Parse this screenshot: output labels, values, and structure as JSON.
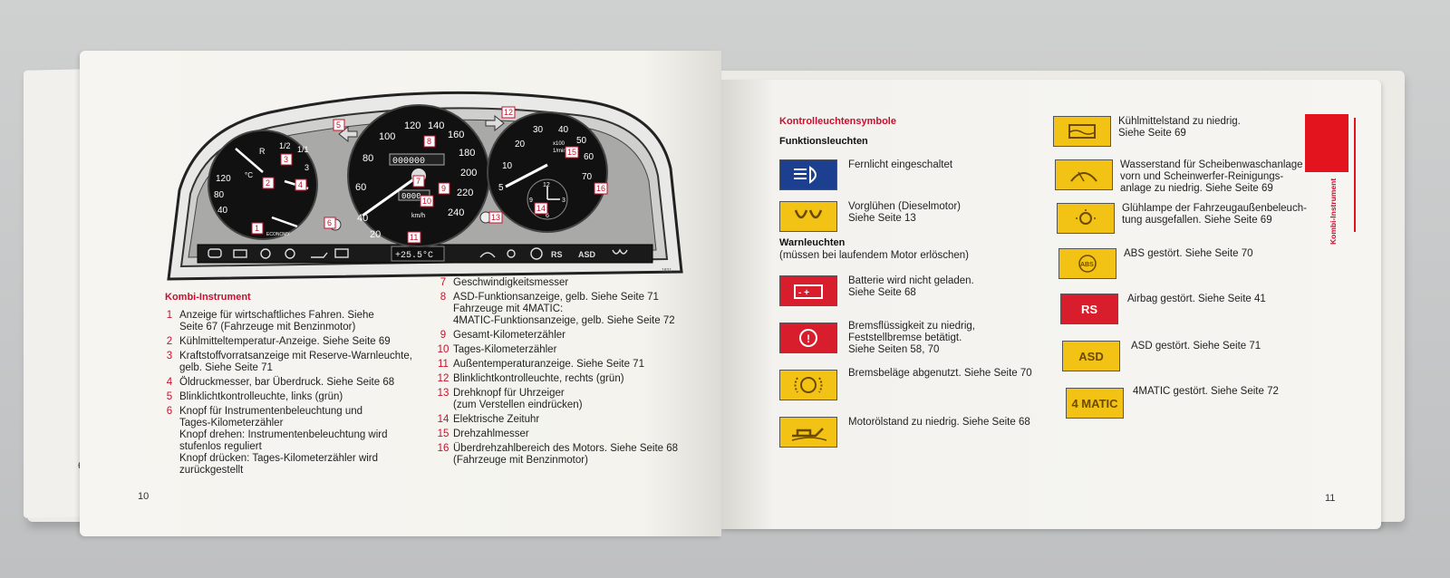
{
  "left_page": {
    "page_number": "10",
    "under_page_number": "6",
    "section_title": "Kombi-Instrument",
    "figure_id": "1831",
    "dashboard": {
      "temp_gauge": [
        "120",
        "°C",
        "80",
        "40"
      ],
      "fuel_gauge": [
        "1/2",
        "1/1",
        "R",
        "3"
      ],
      "speedo": [
        "40",
        "60",
        "80",
        "100",
        "120",
        "140",
        "160",
        "180",
        "200",
        "220",
        "240",
        "20",
        "km/h"
      ],
      "odometer": "000000",
      "trip": "0000",
      "tacho": [
        "5",
        "10",
        "20",
        "30",
        "40",
        "50",
        "60",
        "70",
        "x100",
        "1/min"
      ],
      "clock": [
        "12",
        "3",
        "6",
        "9"
      ],
      "economy_label": "ECONOMY",
      "outside_temp": "+25.5°C",
      "indicator_labels": [
        "RS",
        "ASD"
      ],
      "callouts": [
        "1",
        "2",
        "3",
        "4",
        "5",
        "6",
        "7",
        "8",
        "9",
        "10",
        "11",
        "12",
        "13",
        "14",
        "15",
        "16"
      ]
    },
    "legend_col1": [
      {
        "n": "1",
        "t": "Anzeige für wirtschaftliches Fahren. Siehe\nSeite 67 (Fahrzeuge mit Benzinmotor)"
      },
      {
        "n": "2",
        "t": "Kühlmitteltemperatur-Anzeige. Siehe Seite 69"
      },
      {
        "n": "3",
        "t": "Kraftstoffvorratsanzeige mit Reserve-Warnleuchte,\ngelb. Siehe Seite 71"
      },
      {
        "n": "4",
        "t": "Öldruckmesser, bar Überdruck. Siehe Seite 68"
      },
      {
        "n": "5",
        "t": "Blinklichtkontrolleuchte, links (grün)"
      },
      {
        "n": "6",
        "t": "Knopf für Instrumentenbeleuchtung und\nTages-Kilometerzähler\nKnopf drehen: Instrumentenbeleuchtung wird\nstufenlos reguliert\nKnopf drücken: Tages-Kilometerzähler wird\nzurückgestellt"
      }
    ],
    "legend_col2": [
      {
        "n": "7",
        "t": "Geschwindigkeitsmesser"
      },
      {
        "n": "8",
        "t": "ASD-Funktionsanzeige, gelb. Siehe Seite 71\nFahrzeuge mit 4MATIC:\n4MATIC-Funktionsanzeige, gelb. Siehe Seite 72"
      },
      {
        "n": "9",
        "t": "Gesamt-Kilometerzähler"
      },
      {
        "n": "10",
        "t": "Tages-Kilometerzähler"
      },
      {
        "n": "11",
        "t": "Außentemperaturanzeige. Siehe Seite 71"
      },
      {
        "n": "12",
        "t": "Blinklichtkontrolleuchte, rechts (grün)"
      },
      {
        "n": "13",
        "t": "Drehknopf für Uhrzeiger\n(zum Verstellen eindrücken)"
      },
      {
        "n": "14",
        "t": "Elektrische Zeituhr"
      },
      {
        "n": "15",
        "t": "Drehzahlmesser"
      },
      {
        "n": "16",
        "t": "Überdrehzahlbereich des Motors. Siehe Seite 68\n(Fahrzeuge mit Benzinmotor)"
      }
    ]
  },
  "right_page": {
    "page_number": "11",
    "section_title": "Kontrolleuchtensymbole",
    "functions_header": "Funktionsleuchten",
    "warnings_header": "Warnleuchten",
    "warnings_subheader": "(müssen bei laufendem Motor erlöschen)",
    "tab_label": "Kombi-Instrument",
    "symbols_left": [
      {
        "icon": "high-beam-icon",
        "color": "#1c3f8f",
        "label": "",
        "text": "Fernlicht eingeschaltet"
      },
      {
        "icon": "glow-plug-icon",
        "color": "#f2c314",
        "label": "",
        "text": "Vorglühen (Dieselmotor)\nSiehe Seite 13"
      },
      {
        "icon": "battery-icon",
        "color": "#d81e2c",
        "label": "",
        "text": "Batterie wird nicht geladen.\nSiehe Seite 68"
      },
      {
        "icon": "brake-warning-icon",
        "color": "#d81e2c",
        "label": "",
        "text": "Bremsflüssigkeit zu niedrig,\nFeststellbremse betätigt.\nSiehe Seiten 58, 70"
      },
      {
        "icon": "brake-pad-icon",
        "color": "#f2c314",
        "label": "",
        "text": "Bremsbeläge abgenutzt. Siehe Seite 70"
      },
      {
        "icon": "oil-can-icon",
        "color": "#f2c314",
        "label": "",
        "text": "Motorölstand zu niedrig. Siehe Seite 68"
      }
    ],
    "symbols_right": [
      {
        "icon": "coolant-level-icon",
        "color": "#f2c314",
        "label": "",
        "text": "Kühlmittelstand zu niedrig.\nSiehe Seite 69"
      },
      {
        "icon": "washer-fluid-icon",
        "color": "#f2c314",
        "label": "",
        "text": "Wasserstand für Scheibenwaschanlage\nvorn und Scheinwerfer-Reinigungs-\nanlage zu niedrig. Siehe Seite 69"
      },
      {
        "icon": "bulb-failure-icon",
        "color": "#f2c314",
        "label": "",
        "text": "Glühlampe der Fahrzeugaußenbeleuch-\ntung ausgefallen. Siehe Seite 69"
      },
      {
        "icon": "abs-icon",
        "color": "#f2c314",
        "label": "ABS",
        "text": "ABS gestört. Siehe Seite 70"
      },
      {
        "icon": "rs-icon",
        "color": "#d81e2c",
        "label": "RS",
        "text": "Airbag gestört. Siehe Seite 41"
      },
      {
        "icon": "asd-icon",
        "color": "#f2c314",
        "label": "ASD",
        "text": "ASD gestört. Siehe Seite 71"
      },
      {
        "icon": "4matic-icon",
        "color": "#f2c314",
        "label": "4 MATIC",
        "text": "4MATIC gestört. Siehe Seite 72"
      }
    ]
  }
}
